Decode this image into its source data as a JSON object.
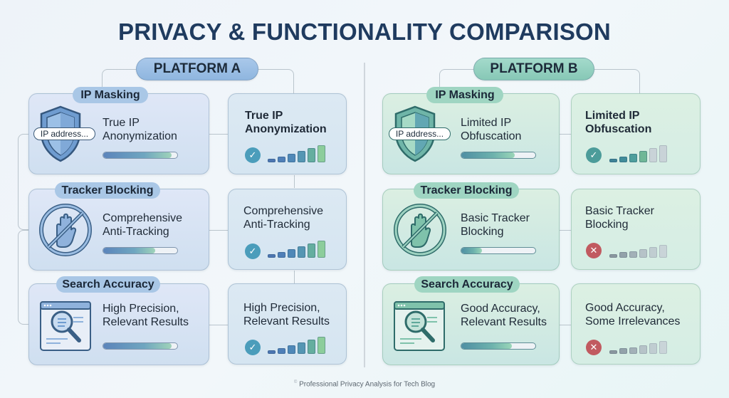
{
  "title": "PRIVACY & FUNCTIONALITY COMPARISON",
  "footer": {
    "mark": "©",
    "text": "Professional Privacy Analysis for Tech Blog"
  },
  "platforms": [
    {
      "name": "PLATFORM A",
      "color": "#8fb6df",
      "categories": [
        {
          "label": "IP Masking",
          "icon": "shield-icon",
          "icon_chip": "IP address...",
          "main_text_1": "True IP",
          "main_text_2": "Anonymization",
          "progress_pct": 92,
          "side_text_1": "True IP",
          "side_text_2": "Anonymization",
          "side_bold": true,
          "status": "check",
          "signal_filled": 6,
          "signal_total": 6
        },
        {
          "label": "Tracker Blocking",
          "icon": "stop-hand-icon",
          "main_text_1": "Comprehensive",
          "main_text_2": "Anti-Tracking",
          "progress_pct": 70,
          "side_text_1": "Comprehensive",
          "side_text_2": "Anti-Tracking",
          "side_bold": false,
          "status": "check",
          "signal_filled": 6,
          "signal_total": 6
        },
        {
          "label": "Search Accuracy",
          "icon": "search-window-icon",
          "main_text_1": "High Precision,",
          "main_text_2": "Relevant Results",
          "progress_pct": 92,
          "side_text_1": "High Precision,",
          "side_text_2": "Relevant Results",
          "side_bold": false,
          "status": "check",
          "signal_filled": 6,
          "signal_total": 6
        }
      ]
    },
    {
      "name": "PLATFORM B",
      "color": "#87c8b6",
      "categories": [
        {
          "label": "IP Masking",
          "icon": "shield-icon",
          "icon_chip": "IP address...",
          "main_text_1": "Limited IP",
          "main_text_2": "Obfuscation",
          "progress_pct": 72,
          "side_text_1": "Limited IP",
          "side_text_2": "Obfuscation",
          "side_bold": true,
          "status": "check",
          "signal_filled": 4,
          "signal_total": 6
        },
        {
          "label": "Tracker Blocking",
          "icon": "stop-hand-icon",
          "main_text_1": "Basic Tracker",
          "main_text_2": "Blocking",
          "progress_pct": 28,
          "side_text_1": "Basic Tracker",
          "side_text_2": "Blocking",
          "side_bold": false,
          "status": "cross",
          "signal_filled": 0,
          "signal_total": 6
        },
        {
          "label": "Search Accuracy",
          "icon": "search-window-icon",
          "main_text_1": "Good Accuracy,",
          "main_text_2": "Relevant Results",
          "progress_pct": 68,
          "side_text_1": "Good Accuracy,",
          "side_text_2": "Some Irrelevances",
          "side_bold": false,
          "status": "cross",
          "signal_filled": 0,
          "signal_total": 6
        }
      ]
    }
  ]
}
